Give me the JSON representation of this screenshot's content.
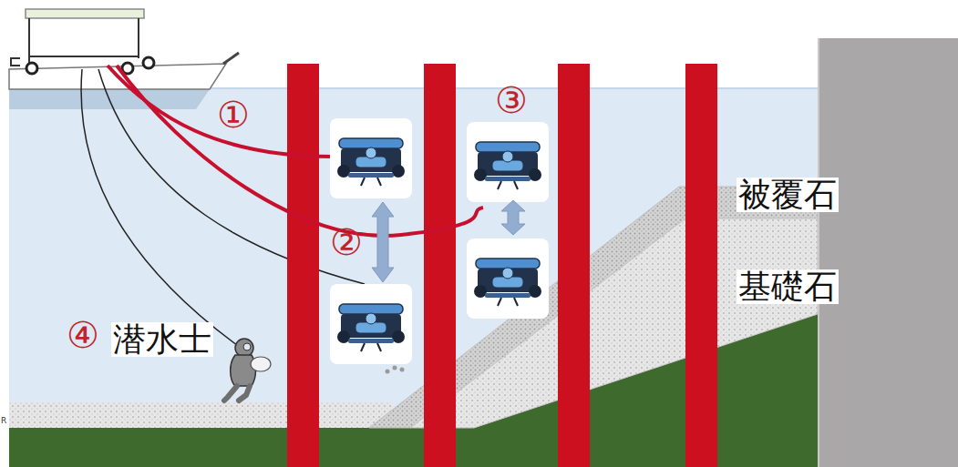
{
  "diagram": {
    "labels": [
      "①",
      "③",
      "被覆石",
      "②",
      "基礎石",
      "④",
      "潜水士",
      "R"
    ]
  }
}
